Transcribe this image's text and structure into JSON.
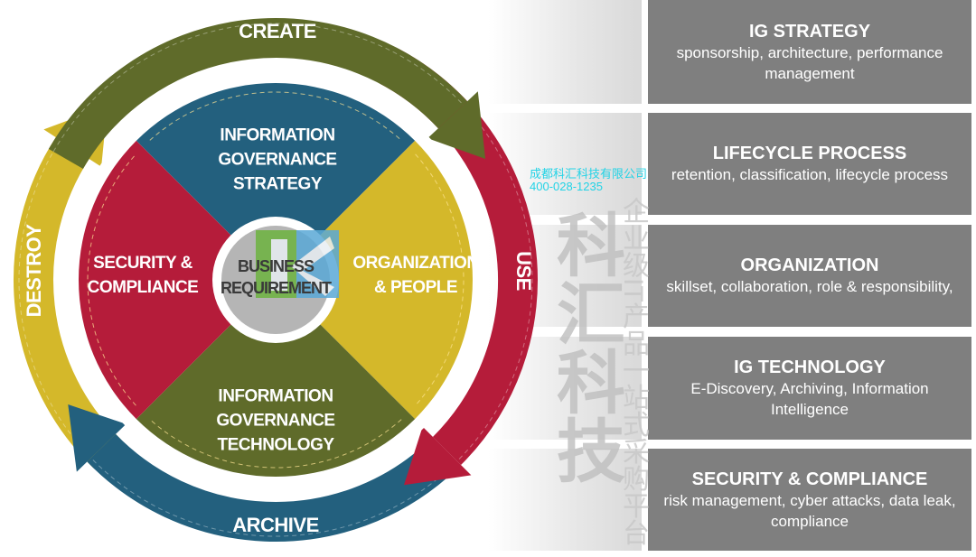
{
  "lifecycle": {
    "create": "CREATE",
    "use": "USE",
    "archive": "ARCHIVE",
    "destroy": "DESTROY"
  },
  "quadrants": {
    "strategy": [
      "INFORMATION",
      "GOVERNANCE",
      "STRATEGY"
    ],
    "organization": [
      "ORGANIZATION",
      "& PEOPLE"
    ],
    "technology": [
      "INFORMATION",
      "GOVERNANCE",
      "TECHNOLOGY"
    ],
    "security": [
      "SECURITY &",
      "COMPLIANCE"
    ]
  },
  "center": [
    "BUSINESS",
    "REQUIREMENT"
  ],
  "panels": [
    {
      "title": "IG STRATEGY",
      "desc": "sponsorship, architecture, performance management"
    },
    {
      "title": "LIFECYCLE PROCESS",
      "desc": "retention, classification, lifecycle process"
    },
    {
      "title": "ORGANIZATION",
      "desc": "skillset, collaboration, role & responsibility,"
    },
    {
      "title": "IG TECHNOLOGY",
      "desc": "E-Discovery, Archiving, Information Intelligence"
    },
    {
      "title": "SECURITY & COMPLIANCE",
      "desc": "risk management, cyber attacks, data leak, compliance"
    }
  ],
  "watermark": {
    "brand": "科汇科技",
    "slogan": "企业级IT产品一站式采购平台",
    "company": "成都科汇科技有限公司",
    "phone": "400-028-1235"
  },
  "colors": {
    "green": "#5f6b2a",
    "red": "#b51c3a",
    "blue": "#23607e",
    "yellow": "#d4b82a",
    "panel": "#7f7f7f"
  }
}
